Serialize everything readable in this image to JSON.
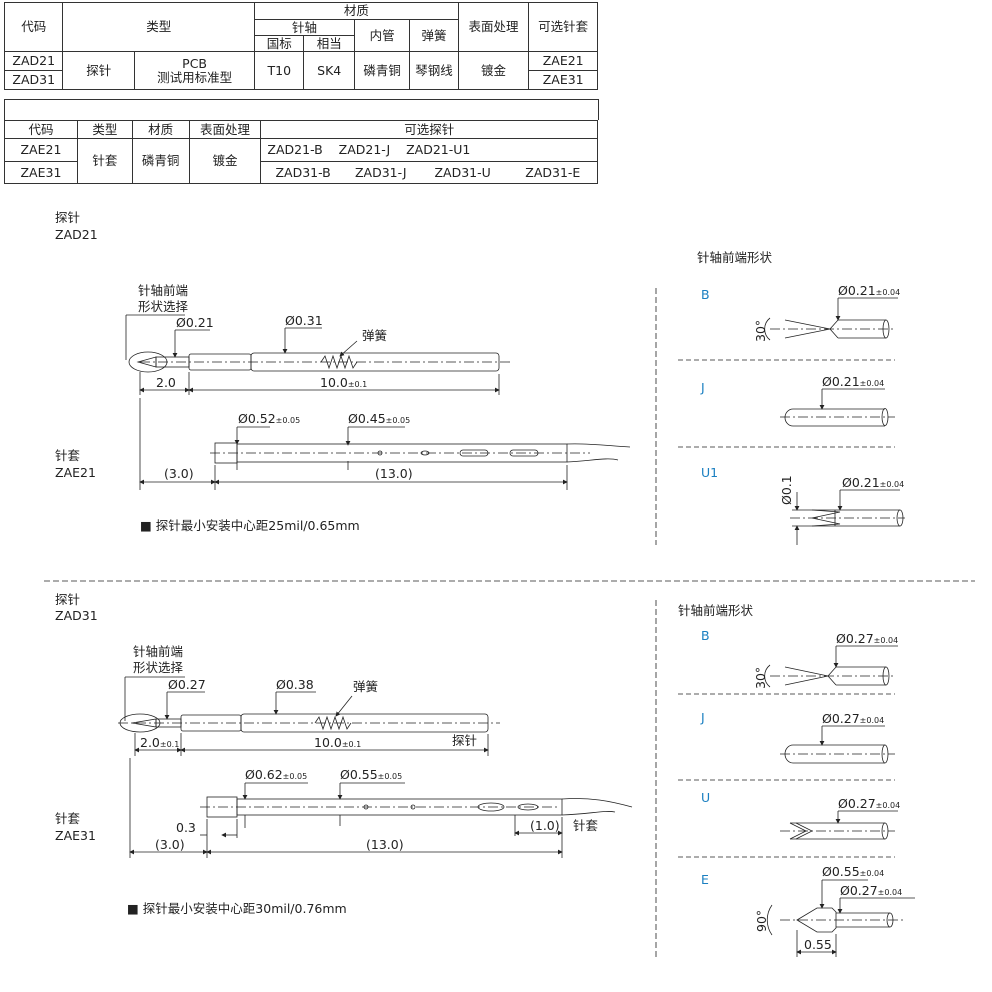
{
  "table1": {
    "h_code": "代码",
    "h_type": "类型",
    "h_material": "材质",
    "h_shaft": "针轴",
    "h_std": "国标",
    "h_equiv": "相当",
    "h_inner": "内管",
    "h_spring": "弹簧",
    "h_surface": "表面处理",
    "h_option": "可选针套",
    "code1": "ZAD21",
    "code2": "ZAD31",
    "type_main": "探针",
    "type_sub_l1": "PCB",
    "type_sub_l2": "测试用标准型",
    "std": "T10",
    "equiv": "SK4",
    "inner": "磷青铜",
    "spring": "琴钢线",
    "surface": "镀金",
    "opt1": "ZAE21",
    "opt2": "ZAE31"
  },
  "table2": {
    "h_code": "代码",
    "h_type": "类型",
    "h_material": "材质",
    "h_surface": "表面处理",
    "h_option": "可选探针",
    "code1": "ZAE21",
    "code2": "ZAE31",
    "type": "针套",
    "material": "磷青铜",
    "surface": "镀金",
    "row1_opts": [
      "ZAD21-B",
      "ZAD21-J",
      "ZAD21-U1"
    ],
    "row2_opts": [
      "ZAD31-B",
      "ZAD31-J",
      "ZAD31-U",
      "ZAD31-E"
    ]
  },
  "section1": {
    "probe_label": "探针",
    "probe_code": "ZAD21",
    "tip_select_l1": "针轴前端",
    "tip_select_l2": "形状选择",
    "d_tip": "Ø0.21",
    "d_shaft": "Ø0.31",
    "spring": "弹簧",
    "dim_tip": "2.0",
    "dim_len": "10.0",
    "dim_len_tol": "±0.1",
    "sleeve_label": "针套",
    "sleeve_code": "ZAE21",
    "d_sleeve1": "Ø0.52",
    "d_sleeve1_tol": "±0.05",
    "d_sleeve2": "Ø0.45",
    "d_sleeve2_tol": "±0.05",
    "dim_sleeve_a": "(3.0)",
    "dim_sleeve_b": "(13.0)",
    "note": "■ 探针最小安装中心距25mil/0.65mm",
    "shapes_title": "针轴前端形状",
    "shape_b": "B",
    "shape_j": "J",
    "shape_u1": "U1",
    "d_shape": "Ø0.21",
    "d_shape_tol": "±0.04",
    "angle_b": "30°",
    "d_u1": "Ø0.1"
  },
  "section2": {
    "probe_label": "探针",
    "probe_code": "ZAD31",
    "tip_select_l1": "针轴前端",
    "tip_select_l2": "形状选择",
    "d_tip": "Ø0.27",
    "d_shaft": "Ø0.38",
    "spring": "弹簧",
    "dim_tip": "2.0",
    "dim_tip_tol": "±0.1",
    "dim_len": "10.0",
    "dim_len_tol": "±0.1",
    "probe_tag": "探针",
    "sleeve_label": "针套",
    "sleeve_code": "ZAE31",
    "d_sleeve1": "Ø0.62",
    "d_sleeve1_tol": "±0.05",
    "d_sleeve2": "Ø0.55",
    "d_sleeve2_tol": "±0.05",
    "dim_03": "0.3",
    "dim_sleeve_a": "(3.0)",
    "dim_sleeve_b": "(13.0)",
    "dim_end": "(1.0)",
    "sleeve_tag": "针套",
    "note": "■ 探针最小安装中心距30mil/0.76mm",
    "shapes_title": "针轴前端形状",
    "shape_b": "B",
    "shape_j": "J",
    "shape_u": "U",
    "shape_e": "E",
    "d_shape": "Ø0.27",
    "d_shape_tol": "±0.04",
    "d_e_big": "Ø0.55",
    "d_e_big_tol": "±0.04",
    "angle_b": "30°",
    "angle_e": "90°",
    "dim_e": "0.55"
  }
}
